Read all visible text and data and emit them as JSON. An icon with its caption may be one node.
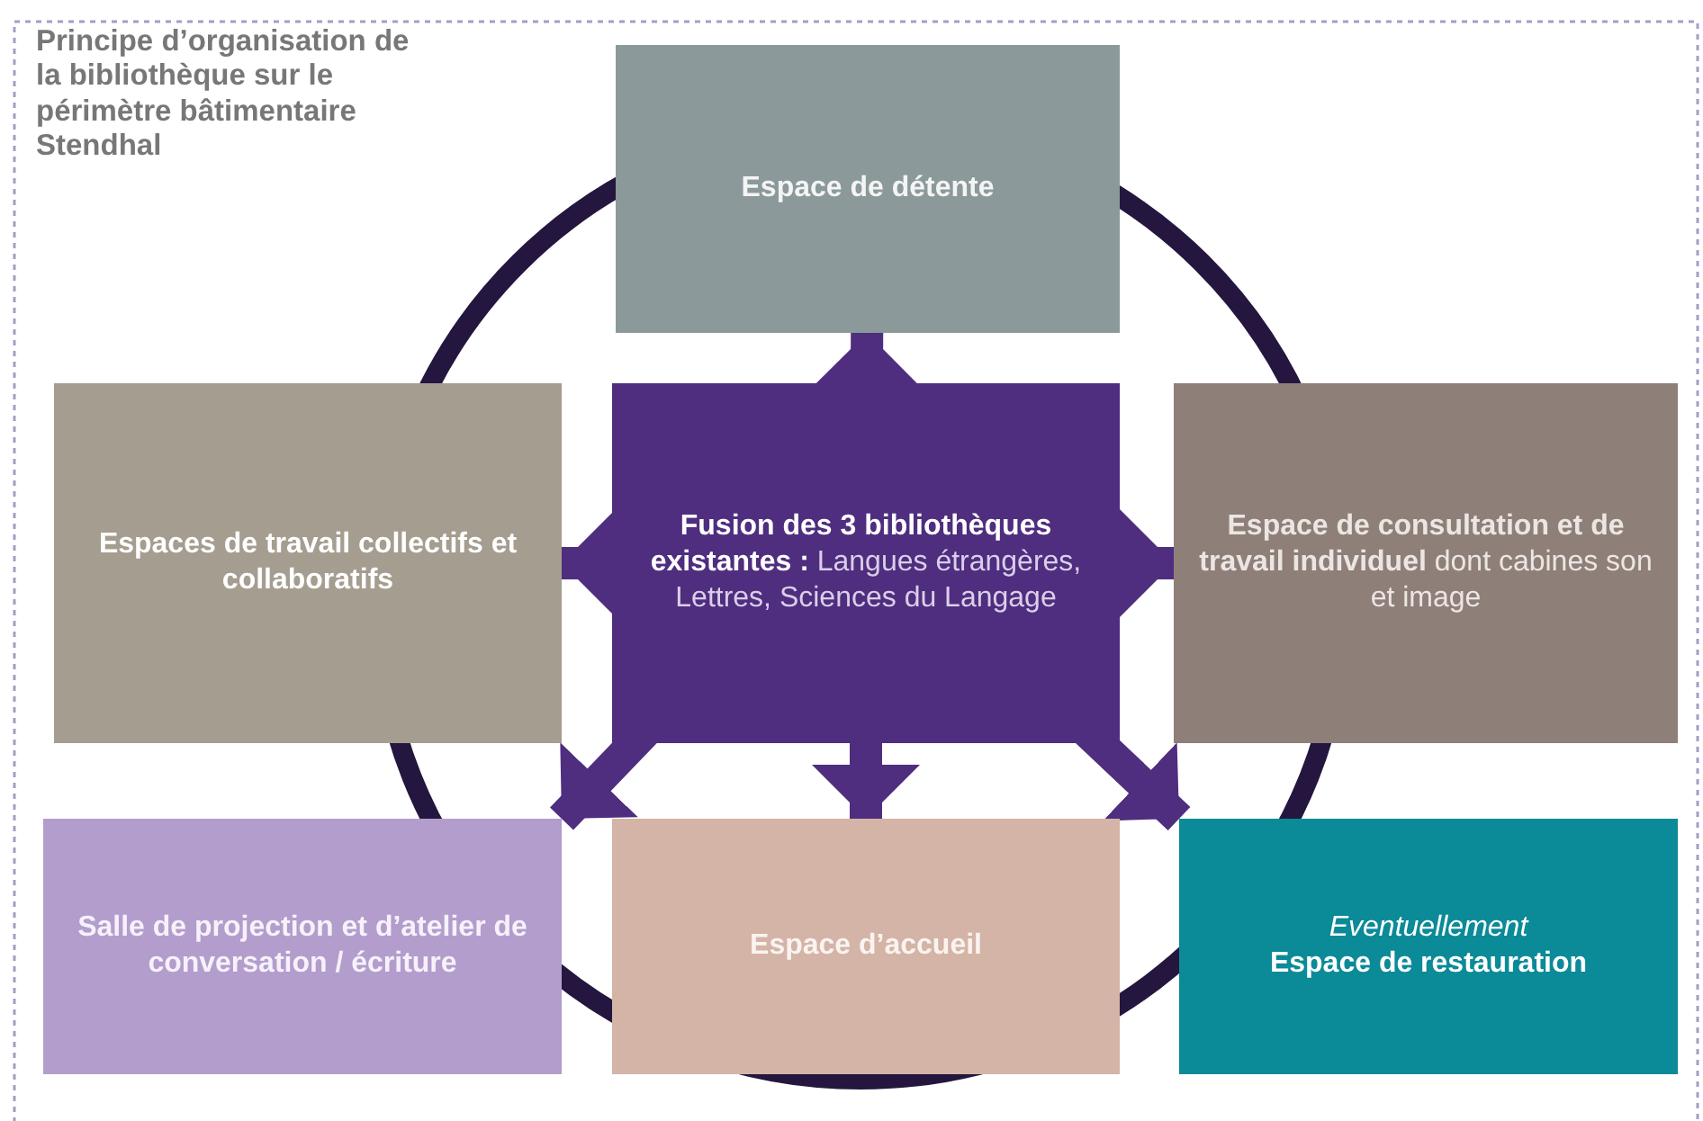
{
  "diagram": {
    "title": "Principe d’organisation de la bibliothèque sur le périmètre bâtimentaire Stendhal",
    "nodes": [
      {
        "text": [
          "**Fusion des 3 bibliothèques existantes :** Langues étrangères, Lettres, Sciences du Langage"
        ]
      },
      {
        "text": [
          "Espace de détente"
        ]
      },
      {
        "text": [
          "Espaces de travail collectifs et collaboratifs"
        ]
      },
      {
        "text": [
          "**Espace de consultation et de travail individuel** dont cabines son et image"
        ]
      },
      {
        "text": [
          "Salle de projection et d’atelier de conversation / écriture"
        ]
      },
      {
        "text": [
          "Espace d’accueil"
        ]
      },
      {
        "text": [
          "Eventuellement",
          "Espace de restauration"
        ]
      }
    ],
    "edges": [
      {
        "from": 0,
        "to": 1,
        "arrow": "to"
      },
      {
        "from": 0,
        "to": 2,
        "arrow": "to"
      },
      {
        "from": 0,
        "to": 3,
        "arrow": "to"
      },
      {
        "from": 0,
        "to": 4,
        "arrow": "to"
      },
      {
        "from": 0,
        "to": 5,
        "arrow": "to"
      },
      {
        "from": 0,
        "to": 6,
        "arrow": "to"
      }
    ]
  }
}
